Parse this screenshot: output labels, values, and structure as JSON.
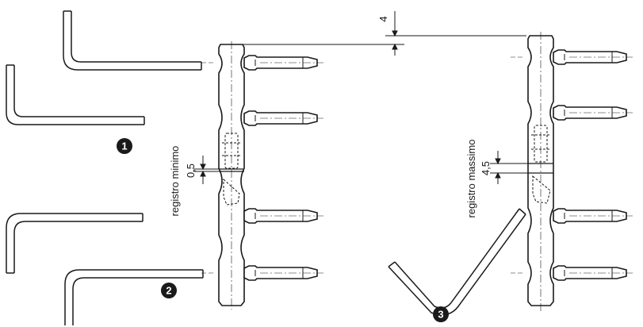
{
  "dimensions": {
    "top_offset": "4",
    "min_gap": "0,5",
    "max_gap": "4,5"
  },
  "labels": {
    "registro_minimo": "registro minimo",
    "registro_massimo": "registro massimo"
  },
  "steps": [
    {
      "number": "1"
    },
    {
      "number": "2"
    },
    {
      "number": "3"
    }
  ],
  "colors": {
    "line": "#1a1a1a",
    "badge": "#1a1a1a"
  }
}
